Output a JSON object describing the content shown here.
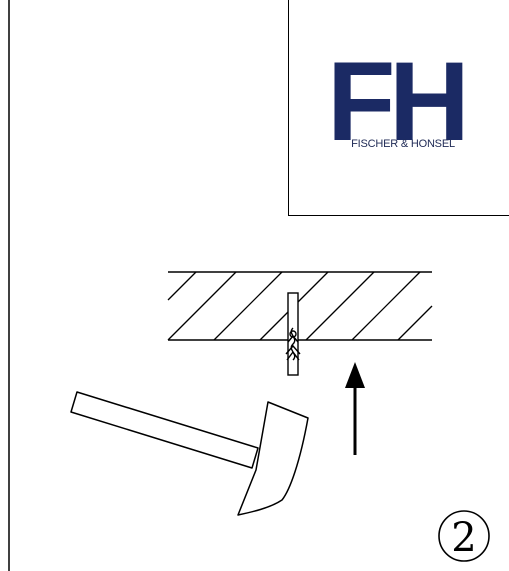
{
  "logo": {
    "monogram_left": "F",
    "monogram_right": "H",
    "company_name": "FISCHER & HONSEL",
    "brand_color": "#1b2a64"
  },
  "step": {
    "number": "2"
  },
  "colors": {
    "line": "#000000",
    "background": "#ffffff"
  },
  "icons": {
    "tool": "hammer-icon",
    "direction": "arrow-up-icon",
    "fastener": "anchor-dowel-icon"
  }
}
